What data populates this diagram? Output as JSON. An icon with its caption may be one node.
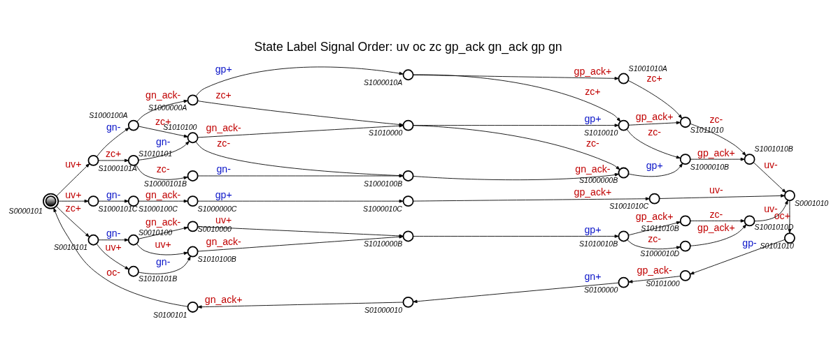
{
  "diagram": {
    "nodes": [
      {
        "text": [],
        "shape": "circle",
        "beside": [
          "S1000101A"
        ]
      },
      {
        "text": [],
        "shape": "circle",
        "beside": [
          "S1000100A"
        ]
      },
      {
        "text": [],
        "shape": "circle",
        "beside": [
          "S1000000A"
        ]
      },
      {
        "text": [],
        "shape": "circle",
        "beside": [
          "S1000010A"
        ]
      },
      {
        "text": [],
        "shape": "circle",
        "beside": [
          "S1001010A"
        ]
      },
      {
        "text": [],
        "shape": "circle",
        "beside": [
          "S1010101"
        ]
      },
      {
        "text": [],
        "shape": "circle",
        "beside": [
          "S1010100"
        ]
      },
      {
        "text": [],
        "shape": "circle",
        "beside": [
          "S1010000"
        ]
      },
      {
        "text": [],
        "shape": "circle",
        "beside": [
          "S1010010"
        ]
      },
      {
        "text": [],
        "shape": "circle",
        "beside": [
          "S1011010"
        ]
      },
      {
        "text": [],
        "shape": "circle",
        "beside": [
          "S10000101B"
        ]
      },
      {
        "text": [],
        "shape": "circle",
        "beside": [
          "S1000100B"
        ]
      },
      {
        "text": [],
        "shape": "circle",
        "beside": [
          "S1000000B"
        ]
      },
      {
        "text": [],
        "shape": "circle",
        "beside": [
          "S1000010B"
        ]
      },
      {
        "text": [],
        "shape": "circle",
        "beside": [
          "S1001010B"
        ]
      },
      {
        "text": [],
        "shape": "circle",
        "beside": [
          "S1000101C"
        ]
      },
      {
        "text": [],
        "shape": "circle",
        "beside": [
          "S1000100C"
        ]
      },
      {
        "text": [],
        "shape": "circle",
        "beside": [
          "S1000000C"
        ]
      },
      {
        "text": [],
        "shape": "circle",
        "beside": [
          "S1000010C"
        ]
      },
      {
        "text": [],
        "shape": "circle",
        "beside": [
          "S1001010C"
        ]
      },
      {
        "text": [],
        "shape": "circle",
        "beside": [
          "S0001010"
        ]
      },
      {
        "text": [],
        "shape": "circle",
        "beside": [
          "S0010101"
        ]
      },
      {
        "text": [],
        "shape": "circle",
        "beside": [
          "S0010100"
        ]
      },
      {
        "text": [],
        "shape": "circle",
        "beside": [
          "S0010000"
        ]
      },
      {
        "text": [],
        "shape": "circle",
        "beside": [
          "S1010010B"
        ]
      },
      {
        "text": [],
        "shape": "circle",
        "beside": [
          "S1011010B"
        ]
      },
      {
        "text": [],
        "shape": "circle",
        "beside": [
          "S1001010D"
        ]
      },
      {
        "text": [],
        "shape": "circle",
        "beside": [
          "S1010101B"
        ]
      },
      {
        "text": [],
        "shape": "circle",
        "beside": [
          "S1010100B"
        ]
      },
      {
        "text": [],
        "shape": "circle",
        "beside": [
          "S1010000B"
        ]
      },
      {
        "text": [],
        "shape": "circle",
        "beside": [
          "S1000010D"
        ]
      },
      {
        "text": [],
        "shape": "circle",
        "beside": [
          "S0000101"
        ]
      },
      {
        "text": [],
        "shape": "circle",
        "beside": [
          "S0100101"
        ]
      },
      {
        "text": [],
        "shape": "circle",
        "beside": [
          "S01000010"
        ]
      },
      {
        "text": [],
        "shape": "circle",
        "beside": [
          "S0100000"
        ]
      },
      {
        "text": [],
        "shape": "circle",
        "beside": [
          "S0101000"
        ]
      },
      {
        "text": [],
        "shape": "circle",
        "beside": [
          "S0101010"
        ]
      }
    ],
    "edges": [
      {
        "from": 0,
        "to": 1,
        "arrow": "to",
        "label": "gn-"
      },
      {
        "from": 1,
        "to": 2,
        "arrow": "to",
        "label": "gn_ack-"
      },
      {
        "from": 2,
        "to": 3,
        "arrow": "to",
        "label": "gp+"
      },
      {
        "from": 3,
        "to": 4,
        "arrow": "to",
        "label": "gp_ack+"
      },
      {
        "from": 0,
        "to": 5,
        "arrow": "to",
        "label": "zc+"
      },
      {
        "from": 1,
        "to": 6,
        "arrow": "to",
        "label": "zc+"
      },
      {
        "from": 2,
        "to": 7,
        "arrow": "to",
        "label": "zc+"
      },
      {
        "from": 3,
        "to": 8,
        "arrow": "to",
        "label": "zc+"
      },
      {
        "from": 4,
        "to": 9,
        "arrow": "to",
        "label": "zc+"
      },
      {
        "from": 5,
        "to": 6,
        "arrow": "to",
        "label": "gn-"
      },
      {
        "from": 6,
        "to": 7,
        "arrow": "to",
        "label": "gn_ack-"
      },
      {
        "from": 7,
        "to": 8,
        "arrow": "to",
        "label": "gp+"
      },
      {
        "from": 8,
        "to": 9,
        "arrow": "to",
        "label": "gp_ack+"
      },
      {
        "from": 5,
        "to": 10,
        "arrow": "to",
        "label": "zc-"
      },
      {
        "from": 6,
        "to": 11,
        "arrow": "to",
        "label": "zc-"
      },
      {
        "from": 7,
        "to": 12,
        "arrow": "to",
        "label": "zc-"
      },
      {
        "from": 8,
        "to": 13,
        "arrow": "to",
        "label": "zc-"
      },
      {
        "from": 9,
        "to": 14,
        "arrow": "to",
        "label": "zc-"
      },
      {
        "from": 10,
        "to": 11,
        "arrow": "to",
        "label": "gn-"
      },
      {
        "from": 11,
        "to": 12,
        "arrow": "to",
        "label": "gn_ack-"
      },
      {
        "from": 12,
        "to": 13,
        "arrow": "to",
        "label": "gp+"
      },
      {
        "from": 13,
        "to": 14,
        "arrow": "to",
        "label": "gp_ack+"
      },
      {
        "from": 14,
        "to": 20,
        "arrow": "to",
        "label": "uv-"
      },
      {
        "from": 15,
        "to": 16,
        "arrow": "to",
        "label": "gn-"
      },
      {
        "from": 16,
        "to": 17,
        "arrow": "to",
        "label": "gn_ack-"
      },
      {
        "from": 17,
        "to": 18,
        "arrow": "to",
        "label": "gp+"
      },
      {
        "from": 18,
        "to": 19,
        "arrow": "to",
        "label": "gp_ack+"
      },
      {
        "from": 19,
        "to": 20,
        "arrow": "to",
        "label": "uv-"
      },
      {
        "from": 21,
        "to": 22,
        "arrow": "to",
        "label": "gn-"
      },
      {
        "from": 22,
        "to": 23,
        "arrow": "to",
        "label": "gn_ack-"
      },
      {
        "from": 21,
        "to": 27,
        "arrow": "to",
        "label": "uv+"
      },
      {
        "from": 22,
        "to": 28,
        "arrow": "to",
        "label": "uv+"
      },
      {
        "from": 23,
        "to": 29,
        "arrow": "to",
        "label": "uv+"
      },
      {
        "from": 27,
        "to": 28,
        "arrow": "to",
        "label": "gn-"
      },
      {
        "from": 28,
        "to": 29,
        "arrow": "to",
        "label": "gn_ack-"
      },
      {
        "from": 29,
        "to": 24,
        "arrow": "to",
        "label": "gp+"
      },
      {
        "from": 24,
        "to": 25,
        "arrow": "to",
        "label": "gp_ack+"
      },
      {
        "from": 25,
        "to": 26,
        "arrow": "to",
        "label": "zc-"
      },
      {
        "from": 24,
        "to": 30,
        "arrow": "to",
        "label": "zc-"
      },
      {
        "from": 30,
        "to": 26,
        "arrow": "to",
        "label": "gp_ack+"
      },
      {
        "from": 26,
        "to": 20,
        "arrow": "to",
        "label": "uv-"
      },
      {
        "from": 20,
        "to": 36,
        "arrow": "to",
        "label": "oc+"
      },
      {
        "from": 36,
        "to": 35,
        "arrow": "to",
        "label": "gp-"
      },
      {
        "from": 35,
        "to": 34,
        "arrow": "to",
        "label": "gp_ack-"
      },
      {
        "from": 34,
        "to": 33,
        "arrow": "to",
        "label": "gn+"
      },
      {
        "from": 33,
        "to": 32,
        "arrow": "to",
        "label": "gn_ack+"
      },
      {
        "from": 32,
        "to": 31,
        "arrow": "to",
        "label": "oc-"
      },
      {
        "from": 31,
        "to": 0,
        "arrow": "to",
        "label": "uv+"
      },
      {
        "from": 31,
        "to": 15,
        "arrow": "to",
        "label": "uv+"
      },
      {
        "from": 31,
        "to": 21,
        "arrow": "to",
        "label": "zc+"
      }
    ],
    "labels": [
      "State Label Signal Order: uv oc zc gp_ack gn_ack gp gn"
    ]
  }
}
